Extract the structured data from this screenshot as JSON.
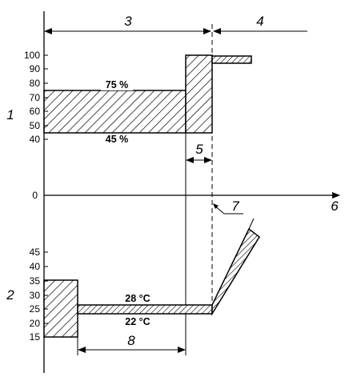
{
  "upper_ticks": [
    "100",
    "90",
    "80",
    "70",
    "60",
    "50",
    "40"
  ],
  "lower_ticks": [
    "45",
    "40",
    "35",
    "30",
    "25",
    "20",
    "15"
  ],
  "zero": "0",
  "callouts": {
    "c1": "1",
    "c2": "2",
    "c3": "3",
    "c4": "4",
    "c5": "5",
    "c6": "6",
    "c7": "7",
    "c8": "8"
  },
  "humidity": {
    "upper": "75 %",
    "lower": "45 %"
  },
  "temperature": {
    "upper": "28 °C",
    "lower": "22 °C"
  }
}
